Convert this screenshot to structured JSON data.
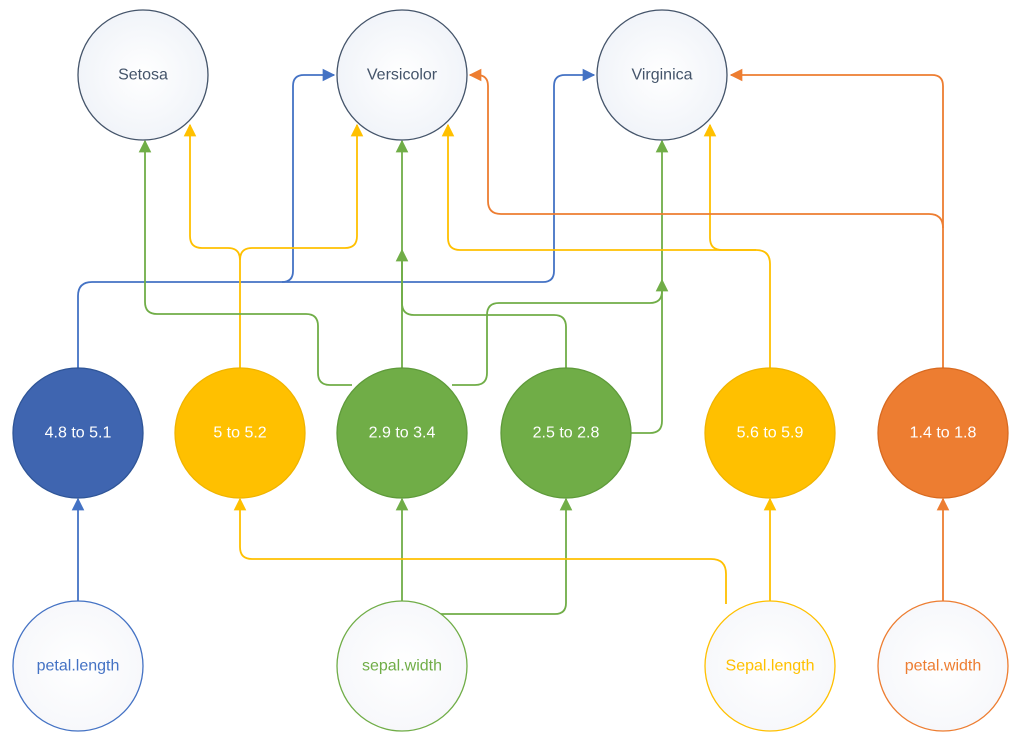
{
  "colors": {
    "blue": "#4472C4",
    "blue_dark": "#2F5597",
    "yellow": "#FFC000",
    "green": "#70AD47",
    "orange": "#ED7D31",
    "class_stroke": "#44546A",
    "class_text": "#44546A"
  },
  "classes": [
    {
      "id": "setosa",
      "label": "Setosa"
    },
    {
      "id": "versicolor",
      "label": "Versicolor"
    },
    {
      "id": "virginica",
      "label": "Virginica"
    }
  ],
  "bins": [
    {
      "id": "bin-petal-length",
      "label": "4.8 to 5.1",
      "color": "blue"
    },
    {
      "id": "bin-sepal-length-a",
      "label": "5 to 5.2",
      "color": "yellow"
    },
    {
      "id": "bin-sepal-width-a",
      "label": "2.9 to 3.4",
      "color": "green"
    },
    {
      "id": "bin-sepal-width-b",
      "label": "2.5 to 2.8",
      "color": "green"
    },
    {
      "id": "bin-sepal-length-b",
      "label": "5.6 to 5.9",
      "color": "yellow"
    },
    {
      "id": "bin-petal-width",
      "label": "1.4 to 1.8",
      "color": "orange"
    }
  ],
  "features": [
    {
      "id": "feature-petal-length",
      "label": "petal.length",
      "color": "blue"
    },
    {
      "id": "feature-sepal-width",
      "label": "sepal.width",
      "color": "green"
    },
    {
      "id": "feature-sepal-length",
      "label": "Sepal.length",
      "color": "yellow"
    },
    {
      "id": "feature-petal-width",
      "label": "petal.width",
      "color": "orange"
    }
  ]
}
